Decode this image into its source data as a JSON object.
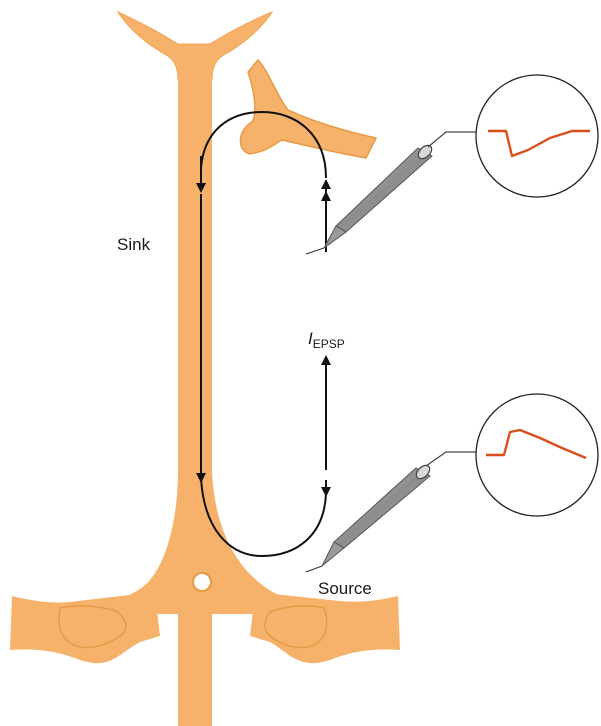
{
  "labels": {
    "sink": "Sink",
    "source": "Source",
    "current_main": "I",
    "current_sub": "EPSP"
  },
  "colors": {
    "neuron": "#F6B26B",
    "neuron_edge": "#E59B45",
    "outline": "#111111",
    "trace": "#D94E1A",
    "electrode": "#9A9A9A"
  },
  "recordings": [
    {
      "name": "dendritic-recording",
      "deflection": "down"
    },
    {
      "name": "somatic-recording",
      "deflection": "up"
    }
  ]
}
